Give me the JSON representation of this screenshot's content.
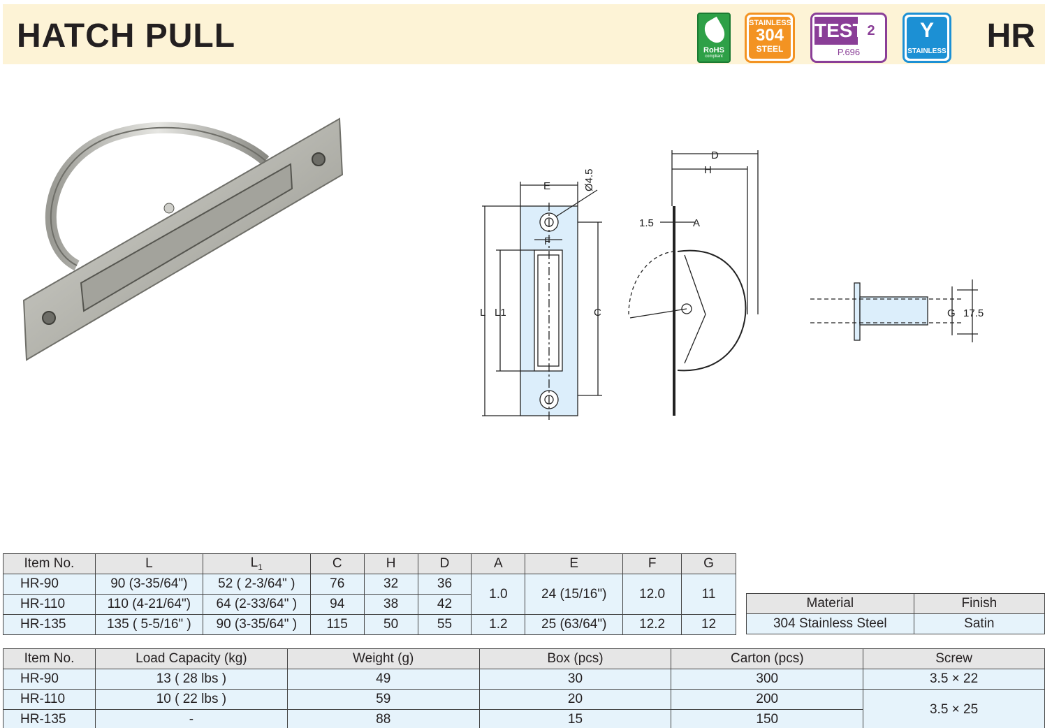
{
  "header": {
    "title": "HATCH PULL",
    "code": "HR"
  },
  "badges": {
    "rohs": {
      "label": "RoHS",
      "sub": "compliant"
    },
    "stainless304": {
      "top": "STAINLESS",
      "number": "304",
      "bottom": "STEEL"
    },
    "test": {
      "label": "TEST",
      "number": "2",
      "page": "P.696"
    },
    "stainless": {
      "label": "STAINLESS"
    }
  },
  "drawing": {
    "labels": {
      "E": "E",
      "hole": "Ø4.5",
      "F": "F",
      "L": "L",
      "L1": "L1",
      "C": "C",
      "D": "D",
      "H": "H",
      "t": "1.5",
      "A": "A",
      "G": "G",
      "w": "17.5"
    }
  },
  "dims": {
    "headers": [
      "Item No.",
      "L",
      "L",
      "C",
      "H",
      "D",
      "A",
      "E",
      "F",
      "G"
    ],
    "l1_sub": "1",
    "rows": [
      {
        "item": "HR-90",
        "L": "90 (3-35/64\")",
        "L1": "52 ( 2-3/64\"  )",
        "C": "76",
        "H": "32",
        "D": "36"
      },
      {
        "item": "HR-110",
        "L": "110 (4-21/64\")",
        "L1": "64 (2-33/64\" )",
        "C": "94",
        "H": "38",
        "D": "42"
      },
      {
        "item": "HR-135",
        "L": "135 ( 5-5/16\" )",
        "L1": "90 (3-35/64\" )",
        "C": "115",
        "H": "50",
        "D": "55"
      }
    ],
    "merged": {
      "A1": "1.0",
      "E1": "24 (15/16\")",
      "F1": "12.0",
      "G1": "11",
      "A2": "1.2",
      "E2": "25 (63/64\")",
      "F2": "12.2",
      "G2": "12"
    }
  },
  "material": {
    "headers": [
      "Material",
      "Finish"
    ],
    "row": [
      "304 Stainless Steel",
      "Satin"
    ]
  },
  "specs": {
    "headers": [
      "Item No.",
      "Load Capacity (kg)",
      "Weight (g)",
      "Box (pcs)",
      "Carton (pcs)",
      "Screw"
    ],
    "rows": [
      {
        "item": "HR-90",
        "load": "13  ( 28 lbs )",
        "weight": "49",
        "box": "30",
        "carton": "300"
      },
      {
        "item": "HR-110",
        "load": "10  ( 22 lbs )",
        "weight": "59",
        "box": "20",
        "carton": "200"
      },
      {
        "item": "HR-135",
        "load": "-",
        "weight": "88",
        "box": "15",
        "carton": "150"
      }
    ],
    "screw1": "3.5 × 22",
    "screw2": "3.5 × 25"
  }
}
